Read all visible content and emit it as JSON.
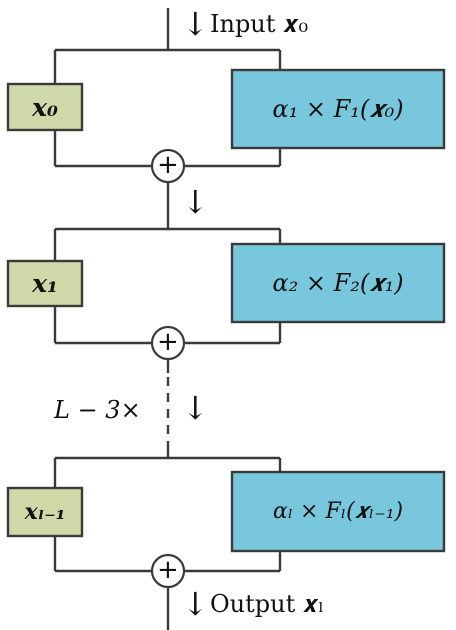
{
  "input_label": "Input 𝒙₀",
  "output_label": "Output 𝒙ₗ",
  "repeat_label": "L − 3×",
  "blocks": [
    {
      "skip_label": "𝒙₀",
      "function_label": "α₁ × F₁(𝒙₀)"
    },
    {
      "skip_label": "𝒙₁",
      "function_label": "α₂ × F₂(𝒙₁)"
    },
    {
      "skip_label": "𝒙ₗ₋₁",
      "function_label": "αₗ × Fₗ(𝒙ₗ₋₁)"
    }
  ],
  "sum_symbol": "+",
  "arrow_symbol": "↓",
  "colors": {
    "skip_box": "#cfd8a9",
    "function_box": "#79c7dc",
    "stroke": "#3a3a3a"
  }
}
